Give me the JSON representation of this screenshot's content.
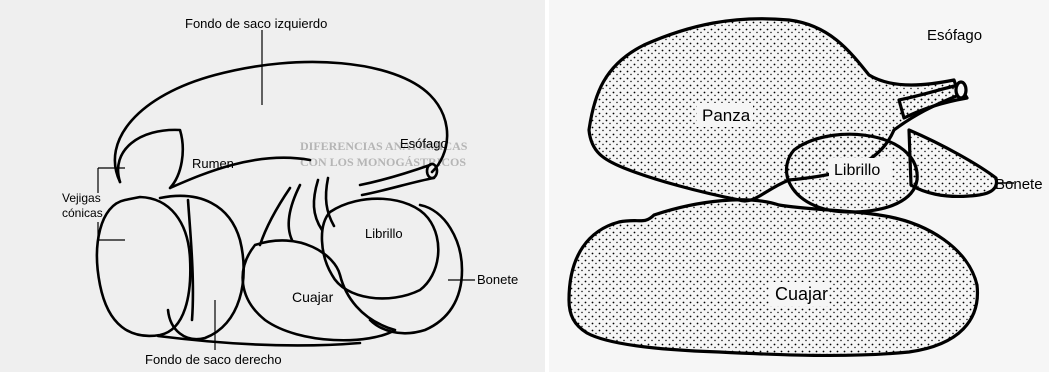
{
  "left_diagram": {
    "labels": {
      "fundus_left": "Fondo de saco izquierdo",
      "rumen": "Rumen",
      "bladders_line1": "Vejigas",
      "bladders_line2": "cónicas",
      "esophagus": "Esófago",
      "omasum": "Librillo",
      "abomasum": "Cuajar",
      "reticulum": "Bonete",
      "fundus_right": "Fondo de saco derecho"
    },
    "background_text": [
      "DIFERENCIAS ANATÓMICAS",
      "CON LOS MONOGÁSTRICOS"
    ]
  },
  "right_diagram": {
    "labels": {
      "esophagus": "Esófago",
      "rumen": "Panza",
      "omasum": "Librillo",
      "reticulum": "Bonete",
      "abomasum": "Cuajar"
    }
  },
  "colors": {
    "ink": "#000000",
    "paper_left": "#efefef",
    "paper_right": "#f6f6f6"
  }
}
